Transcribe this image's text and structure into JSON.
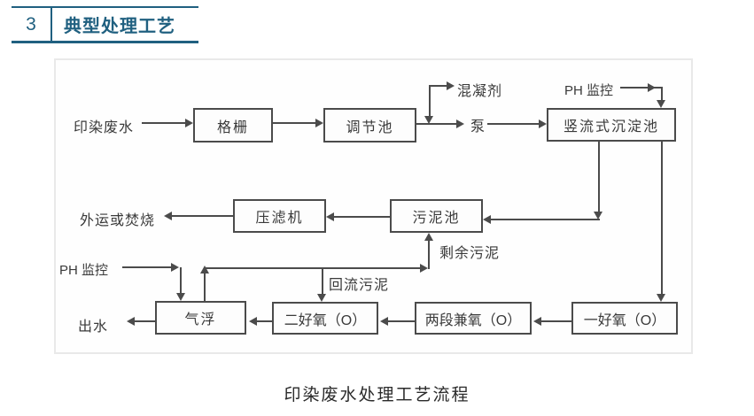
{
  "theme": {
    "accent": "#206080",
    "line_color": "#4b4b4b"
  },
  "header": {
    "number": "3",
    "title": "典型处理工艺"
  },
  "figure": {
    "caption": "印染废水处理工艺流程",
    "nodes": {
      "grid": "格栅",
      "regulating_tank": "调节池",
      "vertical_sedimentation_tank": "竖流式沉淀池",
      "filter_press": "压滤机",
      "sludge_tank": "污泥池",
      "air_flotation": "气浮",
      "secondary_oxic": "二好氧（O）",
      "two_stage_facultative": "两段兼氧（O）",
      "primary_oxic": "一好氧（O）"
    },
    "labels": {
      "influent": "印染废水",
      "coagulant": "混凝剂",
      "pump": "泵",
      "ph_monitor_top": "PH 监控",
      "ph_monitor_left": "PH 监控",
      "disposal": "外运或焚烧",
      "excess_sludge": "剩余污泥",
      "return_sludge": "回流污泥",
      "effluent": "出水"
    }
  }
}
